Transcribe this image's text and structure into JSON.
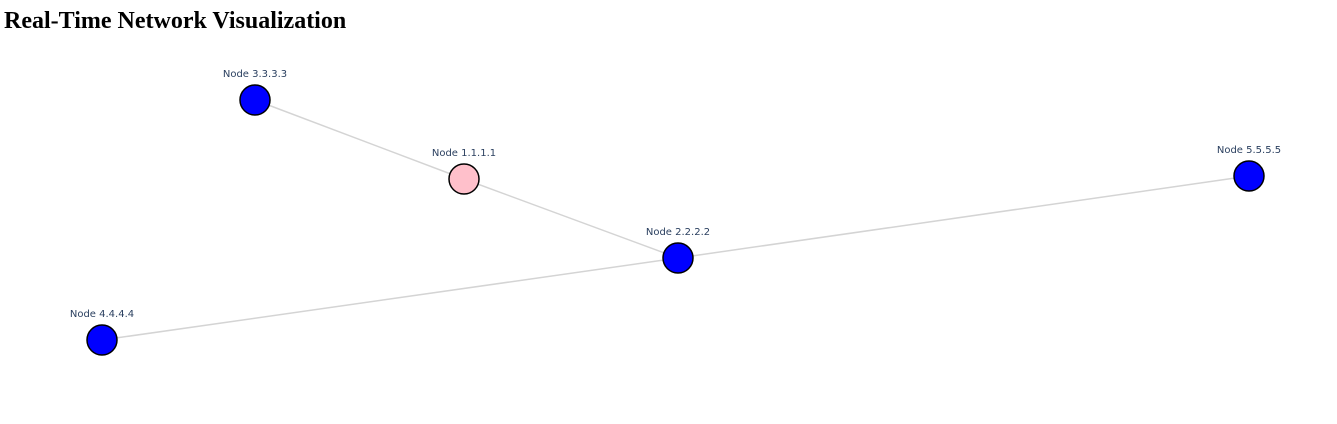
{
  "page": {
    "title": "Real-Time Network Visualization"
  },
  "graph": {
    "colors": {
      "edge": "#d4d4d4",
      "node_default": "#0000ff",
      "node_highlight": "#ffc0cb",
      "node_stroke": "#000000",
      "label": "#2a3f5f"
    },
    "nodes": [
      {
        "id": "3.3.3.3",
        "label": "Node 3.3.3.3",
        "highlighted": false
      },
      {
        "id": "1.1.1.1",
        "label": "Node 1.1.1.1",
        "highlighted": true
      },
      {
        "id": "2.2.2.2",
        "label": "Node 2.2.2.2",
        "highlighted": false
      },
      {
        "id": "4.4.4.4",
        "label": "Node 4.4.4.4",
        "highlighted": false
      },
      {
        "id": "5.5.5.5",
        "label": "Node 5.5.5.5",
        "highlighted": false
      }
    ],
    "edges": [
      {
        "source": "3.3.3.3",
        "target": "1.1.1.1"
      },
      {
        "source": "1.1.1.1",
        "target": "2.2.2.2"
      },
      {
        "source": "2.2.2.2",
        "target": "5.5.5.5"
      },
      {
        "source": "2.2.2.2",
        "target": "4.4.4.4"
      }
    ]
  }
}
